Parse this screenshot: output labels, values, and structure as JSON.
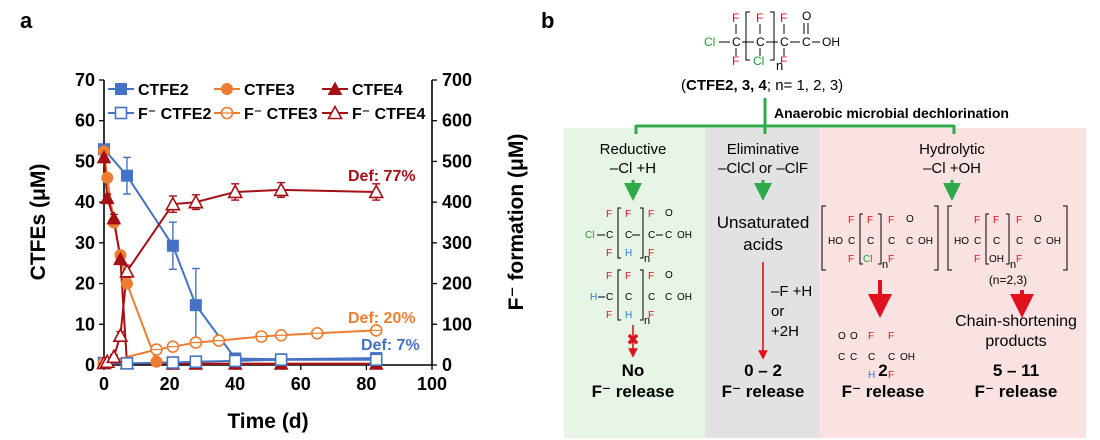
{
  "panel_labels": {
    "a": "a",
    "b": "b"
  },
  "chart_data": {
    "type": "scatter",
    "xlabel": "Time (d)",
    "ylabel_left": "CTFEs (μM)",
    "ylabel_right": "F⁻ formation (μM)",
    "xlim": [
      0,
      100
    ],
    "ylim_left": [
      0,
      70
    ],
    "ylim_right": [
      0,
      700
    ],
    "x_ticks": [
      0,
      20,
      40,
      60,
      80,
      100
    ],
    "y_left_ticks": [
      0,
      10,
      20,
      30,
      40,
      50,
      60,
      70
    ],
    "y_right_ticks": [
      0,
      100,
      200,
      300,
      400,
      500,
      600,
      700
    ],
    "grid": false,
    "legend_position": "top",
    "colors": {
      "CTFE2": "#4472C4",
      "CTFE3": "#ED7D31",
      "CTFE4": "#A50F15"
    },
    "series": [
      {
        "name": "CTFE2",
        "axis": "left",
        "marker": "square-filled",
        "color": "#4472C4",
        "x": [
          0,
          7,
          21,
          28,
          40,
          54,
          83
        ],
        "y": [
          53,
          46.5,
          29.3,
          14.7,
          1.6,
          1.4,
          1.7
        ],
        "err": [
          1,
          4.5,
          5.8,
          9,
          0.5,
          0.3,
          0.3
        ]
      },
      {
        "name": "CTFE3",
        "axis": "left",
        "marker": "circle-filled",
        "color": "#ED7D31",
        "x": [
          0,
          1,
          3,
          5,
          7,
          16,
          21,
          28,
          40,
          54,
          83
        ],
        "y": [
          52.5,
          46,
          35,
          27,
          20,
          0.8,
          0.5,
          0.3,
          0.3,
          0.3,
          0.3
        ],
        "err": [
          1,
          1,
          1,
          1,
          1,
          0.3,
          0.2,
          0.2,
          0.2,
          0.2,
          0.2
        ]
      },
      {
        "name": "CTFE4",
        "axis": "left",
        "marker": "triangle-filled",
        "color": "#A50F15",
        "x": [
          0,
          1,
          3,
          5,
          7,
          21,
          28,
          40,
          54,
          83
        ],
        "y": [
          51,
          41,
          36,
          26,
          0.4,
          0.3,
          0.3,
          0.3,
          0.3,
          0.3
        ],
        "err": [
          1.2,
          1,
          1,
          1,
          0.2,
          0.2,
          0.2,
          0.2,
          0.2,
          0.2
        ]
      },
      {
        "name": "F⁻ CTFE2",
        "axis": "right",
        "marker": "square-open",
        "color": "#4472C4",
        "x": [
          0,
          7,
          21,
          28,
          40,
          54,
          83
        ],
        "y": [
          5,
          4,
          6,
          8,
          10,
          13,
          13
        ],
        "err": [
          2,
          2,
          2,
          2,
          2,
          2,
          2
        ]
      },
      {
        "name": "F⁻ CTFE3",
        "axis": "right",
        "marker": "circle-open",
        "color": "#ED7D31",
        "x": [
          0,
          16,
          21,
          28,
          35,
          48,
          54,
          65,
          83
        ],
        "y": [
          5,
          38,
          45,
          55,
          60,
          70,
          73,
          78,
          85
        ],
        "err": [
          2,
          3,
          3,
          3,
          3,
          3,
          3,
          3,
          3
        ]
      },
      {
        "name": "F⁻ CTFE4",
        "axis": "right",
        "marker": "triangle-open",
        "color": "#A50F15",
        "x": [
          0,
          1,
          3,
          5,
          7,
          21,
          28,
          40,
          54,
          83
        ],
        "y": [
          5,
          8,
          20,
          72,
          230,
          395,
          400,
          425,
          430,
          425
        ],
        "err": [
          2,
          3,
          5,
          10,
          15,
          20,
          18,
          20,
          18,
          20
        ]
      }
    ],
    "annotations": [
      {
        "text": "Def: 77%",
        "color": "#A50F15"
      },
      {
        "text": "Def: 20%",
        "color": "#ED7D31"
      },
      {
        "text": "Def: 7%",
        "color": "#4472C4"
      }
    ]
  },
  "diagram": {
    "top_label": "CTFE2, 3, 4",
    "top_suffix": "; n= 1, 2, 3)",
    "top_prefix": "(",
    "pathway_title": "Anaerobic microbial dechlorination",
    "columns": {
      "reductive": {
        "title": "Reductive",
        "sub": "–Cl +H",
        "result_line1": "No",
        "result_line2": "F⁻ release"
      },
      "eliminative": {
        "title": "Eliminative",
        "sub": "–ClCl or –ClF",
        "product_line1": "Unsaturated",
        "product_line2": "acids",
        "step1": "–F +H",
        "step2": "or",
        "step3": "+2H",
        "result_line1": "0 – 2",
        "result_line2": "F⁻ release"
      },
      "hydrolytic": {
        "title": "Hydrolytic",
        "sub": "–Cl +OH",
        "n_note": "(n=2,3)",
        "product_right_line1": "Chain-shortening",
        "product_right_line2": "products",
        "result_left_line1": "2",
        "result_left_line2": "F⁻ release",
        "result_right_line1": "5 – 11",
        "result_right_line2": "F⁻ release"
      }
    },
    "chem": {
      "Cl": "Cl",
      "F": "F",
      "H": "H",
      "O": "O",
      "OH": "OH",
      "HO": "HO",
      "n": "n",
      "C": "C"
    },
    "colors": {
      "green_arrow": "#2EAA4A",
      "red_arrow": "#E0101C",
      "cl_green": "#1F9A35",
      "f_red": "#E0101C",
      "h_blue": "#2F7BD9",
      "bg_green": "#E6F5E6",
      "bg_gray": "#E2E2E2",
      "bg_pink": "#FBE2E2"
    }
  }
}
